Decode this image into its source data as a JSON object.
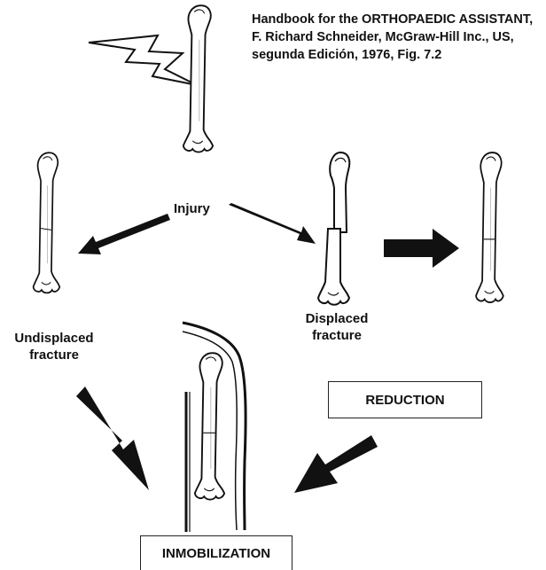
{
  "citation": {
    "line1": "Handbook for the ORTHOPAEDIC ASSISTANT,",
    "line2": "F. Richard Schneider, McGraw-Hill Inc., US,",
    "line3": "segunda Edición, 1976, Fig. 7.2"
  },
  "labels": {
    "injury": "Injury",
    "undisplaced_line1": "Undisplaced",
    "undisplaced_line2": "fracture",
    "displaced_line1": "Displaced",
    "displaced_line2": "fracture"
  },
  "boxes": {
    "reduction": "REDUCTION",
    "immobilization": "INMOBILIZATION"
  },
  "colors": {
    "ink": "#111111",
    "background": "#ffffff"
  },
  "icons": [
    "lightning-bolt-icon",
    "bone-icon",
    "arrow-icon",
    "splint-icon"
  ]
}
